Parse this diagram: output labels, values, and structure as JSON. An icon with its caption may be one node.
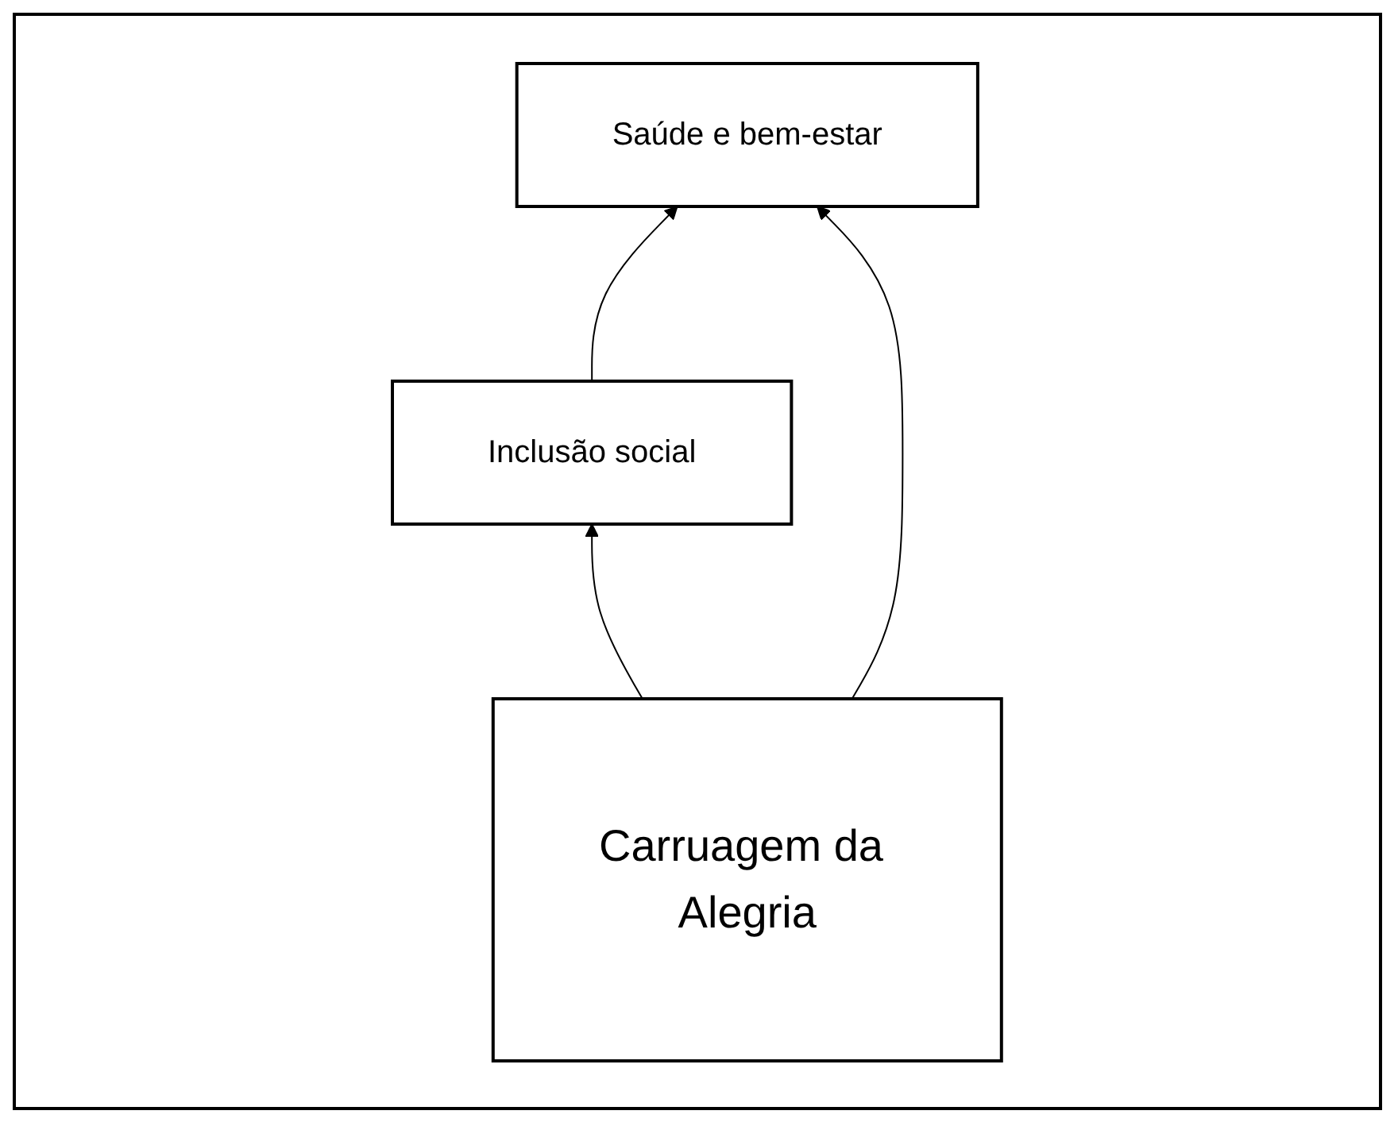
{
  "diagram": {
    "nodes": [
      {
        "text": [
          "Inclusão social"
        ]
      },
      {
        "text": [
          "Saúde e bem-estar"
        ]
      },
      {
        "text": [
          "Carruagem da Alegria"
        ]
      }
    ],
    "edges": [
      {
        "from": 0,
        "to": 1,
        "arrow": "to"
      },
      {
        "from": 2,
        "to": 0,
        "arrow": "to"
      },
      {
        "from": 2,
        "to": 1,
        "arrow": "to"
      }
    ]
  }
}
